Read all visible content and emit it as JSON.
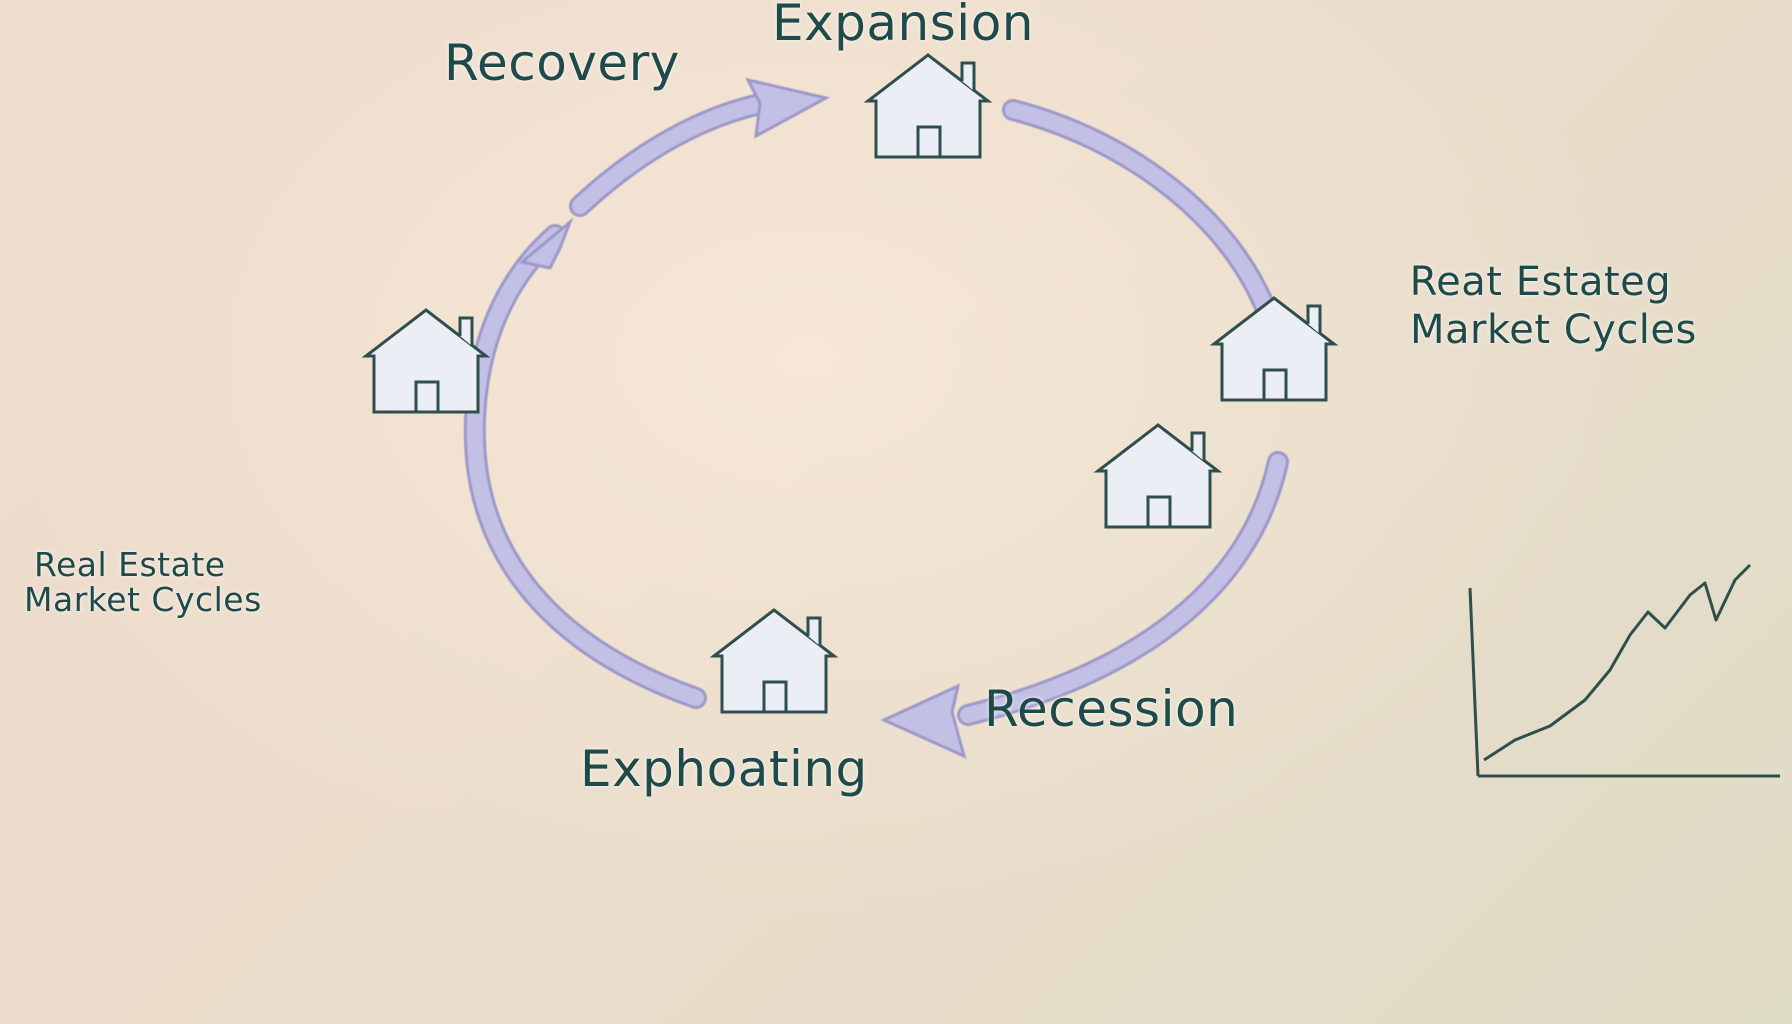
{
  "stages": [
    {
      "id": "expansion",
      "label": "Expansion"
    },
    {
      "id": "recovery",
      "label": "Recovery"
    },
    {
      "id": "recession",
      "label": "Recession"
    },
    {
      "id": "exhoating",
      "label": "Exphoating"
    }
  ],
  "side_title": {
    "line1": "Reat Estateg",
    "line2": "Market Cycles"
  },
  "small_title": {
    "line1": "Real Estate",
    "line2": "Market Cycles"
  },
  "colors": {
    "arrow": "#bcb9e0",
    "arrow_edge": "#9c98c8",
    "house_fill": "#eceef6",
    "house_stroke": "#2f4f4d",
    "text": "#1f4a4a",
    "chart_line": "#2f4f4d"
  },
  "icons": [
    "house-icon",
    "cycle-arrow",
    "trend-chart-icon"
  ]
}
